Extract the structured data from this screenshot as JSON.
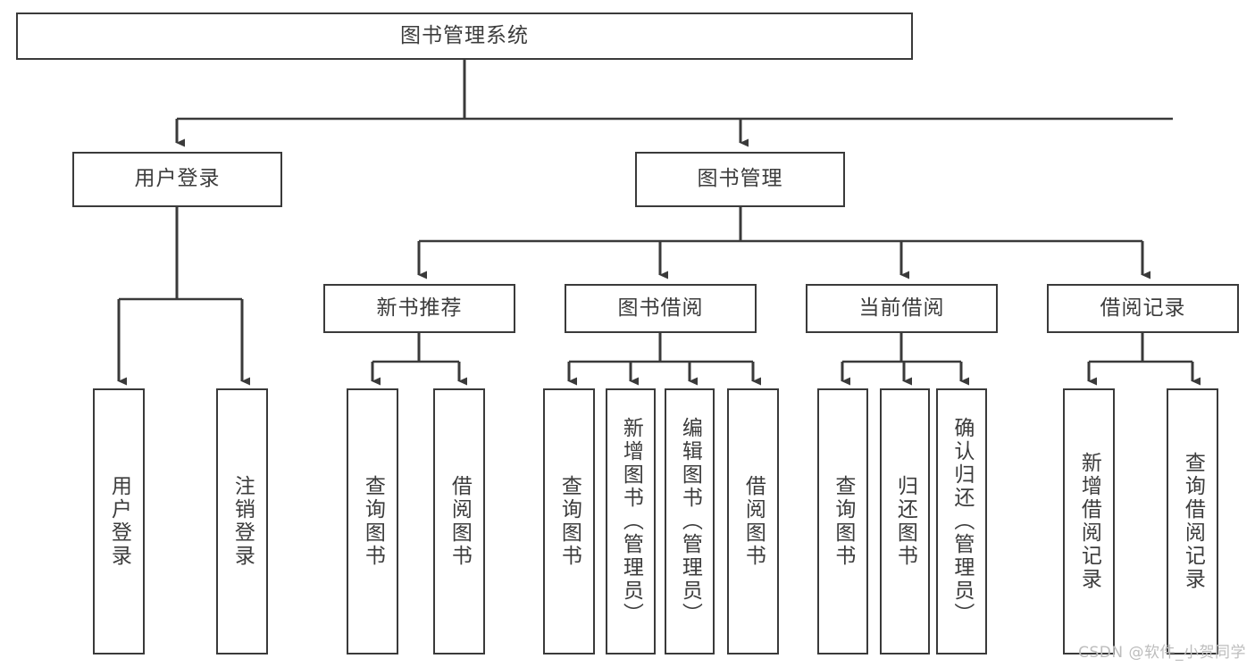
{
  "diagram": {
    "title": "图书管理系统",
    "type": "tree",
    "stroke_color": "#3a3a3a",
    "text_color": "#3c3c3c",
    "background_color": "#ffffff",
    "watermark": "CSDN @软件_小贺同学",
    "watermark_color": "#bdbdbd"
  },
  "nodes": {
    "root": {
      "label": "图书管理系统"
    },
    "level2": [
      {
        "label": "用户登录"
      },
      {
        "label": "图书管理"
      }
    ],
    "level3": [
      {
        "label": "新书推荐"
      },
      {
        "label": "图书借阅"
      },
      {
        "label": "当前借阅"
      },
      {
        "label": "借阅记录"
      }
    ],
    "leaves": [
      {
        "label": "用户登录"
      },
      {
        "label": "注销登录"
      },
      {
        "label": "查询图书"
      },
      {
        "label": "借阅图书"
      },
      {
        "label": "查询图书"
      },
      {
        "label": "新增图书（管理员）"
      },
      {
        "label": "编辑图书（管理员）"
      },
      {
        "label": "借阅图书"
      },
      {
        "label": "查询图书"
      },
      {
        "label": "归还图书"
      },
      {
        "label": "确认归还（管理员）"
      },
      {
        "label": "新增借阅记录"
      },
      {
        "label": "查询借阅记录"
      }
    ]
  }
}
